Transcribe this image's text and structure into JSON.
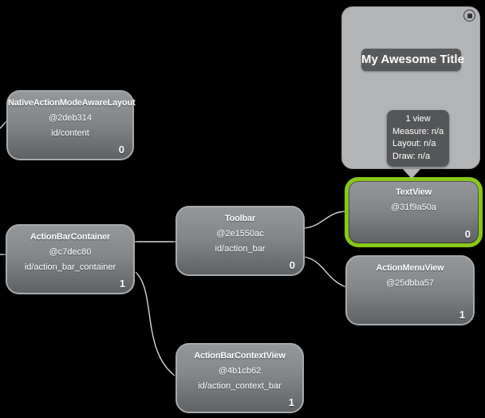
{
  "colors": {
    "bg": "#000000",
    "panel": "#b2b4b6",
    "preview_button": "#58595b",
    "tooltip": "#545658",
    "node_top": "#949799",
    "node_bottom": "#5f6265",
    "node_border": "#a7aaad",
    "selection": "#86c818",
    "line": "#d6d6d6"
  },
  "preview": {
    "title_text": "My Awesome Title"
  },
  "tooltip": {
    "views": "1 view",
    "measure": "Measure: n/a",
    "layout": "Layout: n/a",
    "draw": "Draw: n/a"
  },
  "nodes": [
    {
      "title": "NativeActionModeAwareLayout",
      "address": "@2deb314",
      "view_id": "id/content",
      "child_count": "0",
      "selected": false
    },
    {
      "title": "ActionBarContainer",
      "address": "@c7dec80",
      "view_id": "id/action_bar_container",
      "child_count": "1",
      "selected": false
    },
    {
      "title": "Toolbar",
      "address": "@2e1550ac",
      "view_id": "id/action_bar",
      "child_count": "0",
      "selected": false
    },
    {
      "title": "TextView",
      "address": "@31f9a50a",
      "view_id": "",
      "child_count": "0",
      "selected": true
    },
    {
      "title": "ActionMenuView",
      "address": "@25dbba57",
      "view_id": "",
      "child_count": "1",
      "selected": false
    },
    {
      "title": "ActionBarContextView",
      "address": "@4b1cb62",
      "view_id": "id/action_context_bar",
      "child_count": "1",
      "selected": false
    }
  ]
}
